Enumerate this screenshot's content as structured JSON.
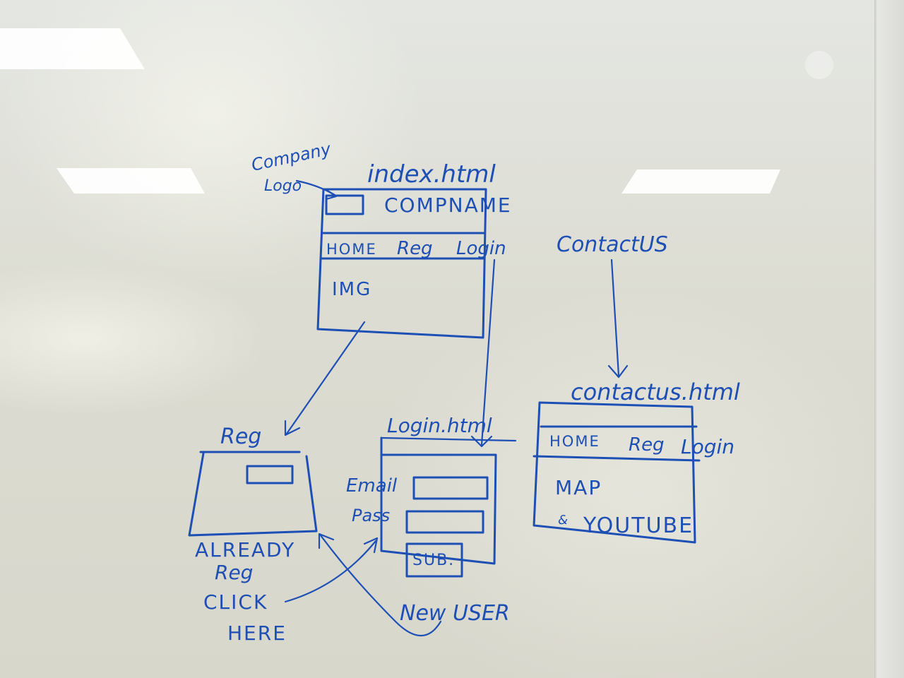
{
  "diagram": {
    "ink_color": "#1d4fb5",
    "index_page": {
      "filename": "index.html",
      "logo_note_line1": "Company",
      "logo_note_line2": "Logo",
      "company_name": "COMPNAME",
      "nav_home": "HOME",
      "nav_reg": "Reg",
      "nav_login": "Login",
      "nav_contact": "ContactUS",
      "content": "IMG"
    },
    "reg_page": {
      "title": "Reg",
      "already_line1": "ALREADY",
      "already_line2": "Reg",
      "already_line3": "CLICK",
      "already_line4": "HERE"
    },
    "login_page": {
      "filename": "Login.html",
      "email_label": "Email",
      "pass_label": "Pass",
      "submit_label": "SUB.",
      "new_user": "New USER"
    },
    "contact_page": {
      "filename": "contactus.html",
      "nav_home": "HOME",
      "nav_reg": "Reg",
      "nav_login": "Login",
      "content_line1": "MAP",
      "content_line2": "YOUTUBE",
      "content_prefix": "&"
    }
  }
}
